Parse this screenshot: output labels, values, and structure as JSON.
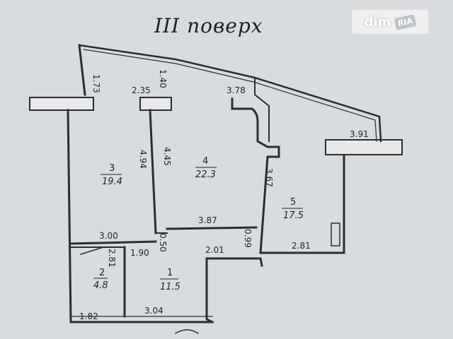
{
  "title": "III поверх",
  "watermark": {
    "brand": "dim",
    "badge": "RIA"
  },
  "rooms": [
    {
      "number": "1",
      "area": "11.5"
    },
    {
      "number": "2",
      "area": "4.8"
    },
    {
      "number": "3",
      "area": "19.4"
    },
    {
      "number": "4",
      "area": "22.3"
    },
    {
      "number": "5",
      "area": "17.5"
    }
  ],
  "dimensions": {
    "d173": "1.73",
    "d140": "1.40",
    "d235": "2.35",
    "d378": "3.78",
    "d391": "3.91",
    "d494": "4.94",
    "d445": "4.45",
    "d367": "3.67",
    "d387": "3.87",
    "d300": "3.00",
    "d050": "0.50",
    "d099": "0.99",
    "d281a": "2.81",
    "d190": "1.90",
    "d201": "2.01",
    "d281b": "2.81",
    "d182": "1.82",
    "d304": "3.04"
  },
  "colors": {
    "background": "#d9dcdf",
    "wall": "#2a2e33"
  }
}
